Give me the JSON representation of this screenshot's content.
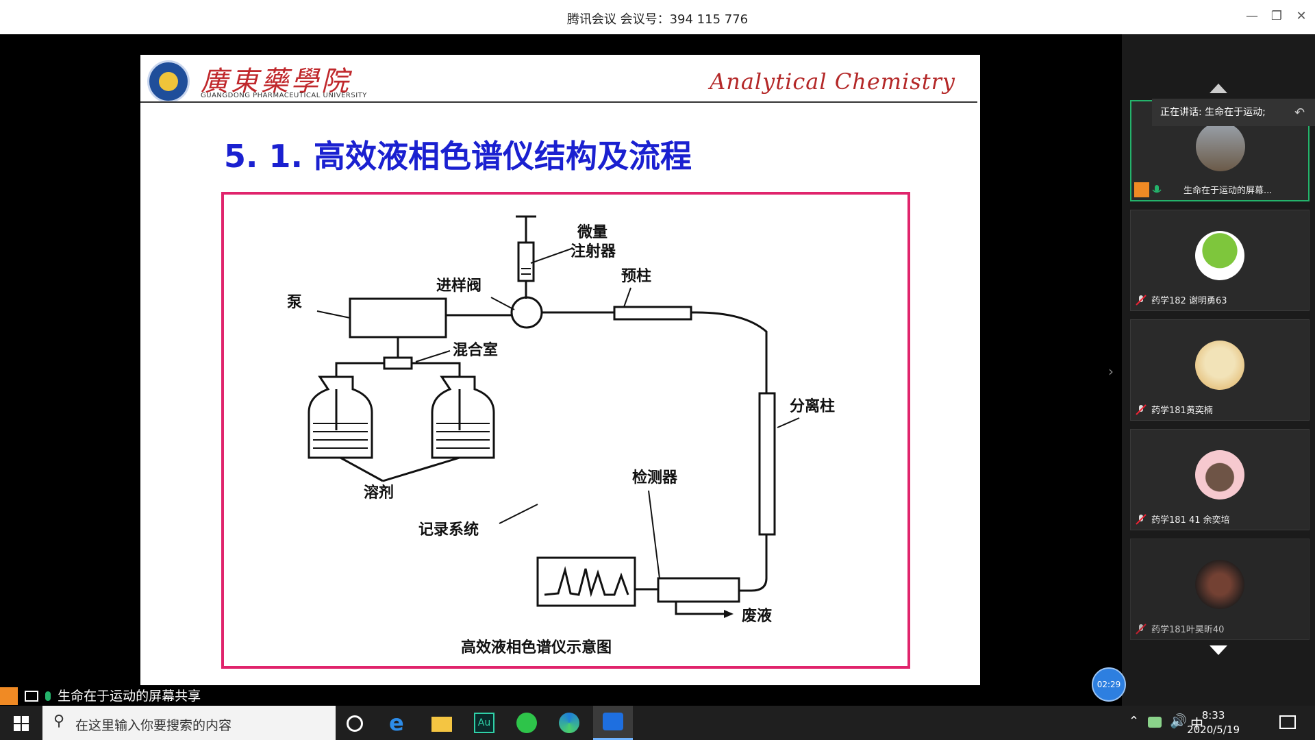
{
  "titlebar": {
    "title": "腾讯会议 会议号：394 115 776"
  },
  "slide": {
    "university_cn": "廣東藥學院",
    "university_en": "GUANGDONG PHARMACEUTICAL UNIVERSITY",
    "course": "Analytical Chemistry",
    "heading": "5. 1. 高效液相色谱仪结构及流程",
    "diagram": {
      "caption": "高效液相色谱仪示意图",
      "labels": {
        "syringe": [
          "微量",
          "注射器"
        ],
        "valve": "进样阀",
        "precolumn": "预柱",
        "pump": "泵",
        "mixer": "混合室",
        "column": "分离柱",
        "solvent": "溶剂",
        "detector": "检测器",
        "recorder": "记录系统",
        "waste": "废液"
      }
    }
  },
  "sidebar": {
    "speaking_text": "正在讲话: 生命在于运动;",
    "participants": [
      {
        "name": "生命在于运动的屏幕..."
      },
      {
        "name": "药学182 谢明勇63"
      },
      {
        "name": "药学181黄奕楠"
      },
      {
        "name": "药学181 41 余奕培"
      },
      {
        "name": "药学181叶昊昕40"
      }
    ],
    "timer": "02:29"
  },
  "share_banner": {
    "text": "生命在于运动的屏幕共享"
  },
  "taskbar": {
    "search_placeholder": "在这里输入你要搜索的内容",
    "ime": "中",
    "time": "8:33",
    "date": "2020/5/19"
  },
  "colors": {
    "accent": "#24b36b",
    "heading": "#1a20d0",
    "frame": "#e0246c",
    "brand": "#c0282c"
  }
}
